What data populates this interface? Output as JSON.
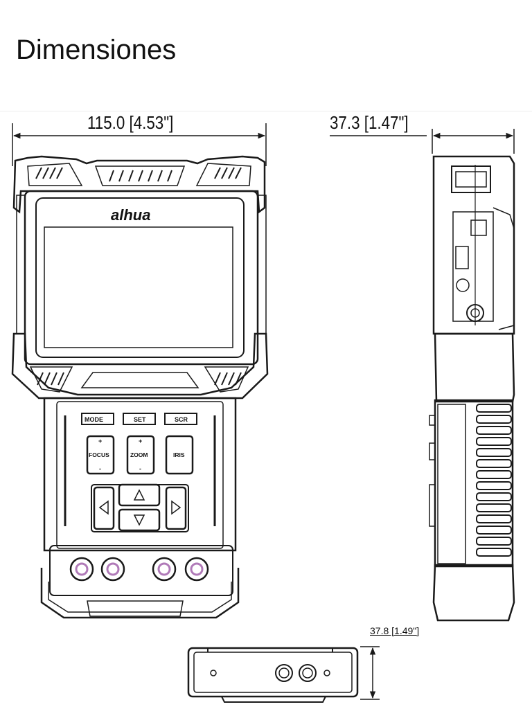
{
  "page": {
    "title": "Dimensiones"
  },
  "dimensions": {
    "front_width": "115.0 [4.53\"]",
    "side_depth": "37.3 [1.47\"]",
    "bottom_depth": "37.8 [1.49\"]"
  },
  "device": {
    "brand": "alhua",
    "buttons": {
      "mode": "MODE",
      "set": "SET",
      "scr": "SCR",
      "focus": "FOCUS",
      "zoom": "ZOOM",
      "iris": "IRIS",
      "plus": "+",
      "minus": "-"
    }
  },
  "colors": {
    "line": "#1a1a1a",
    "bnc_ring": "#b07ab8",
    "background": "#ffffff"
  }
}
